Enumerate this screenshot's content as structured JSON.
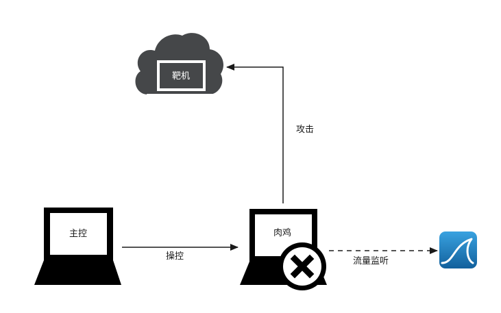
{
  "nodes": {
    "target": {
      "label": "靶机"
    },
    "controller": {
      "label": "主控"
    },
    "zombie": {
      "label": "肉鸡"
    }
  },
  "edges": {
    "control": {
      "label": "操控"
    },
    "attack": {
      "label": "攻击"
    },
    "monitor": {
      "label": "流量监听"
    }
  },
  "icons": {
    "cloud": "cloud-icon",
    "laptop": "laptop-icon",
    "blocked": "x-circle-icon",
    "wireshark": "wireshark-fin-icon"
  },
  "colors": {
    "dark": "#454749",
    "black": "#000000",
    "wireshark_blue": "#1f80c3"
  }
}
